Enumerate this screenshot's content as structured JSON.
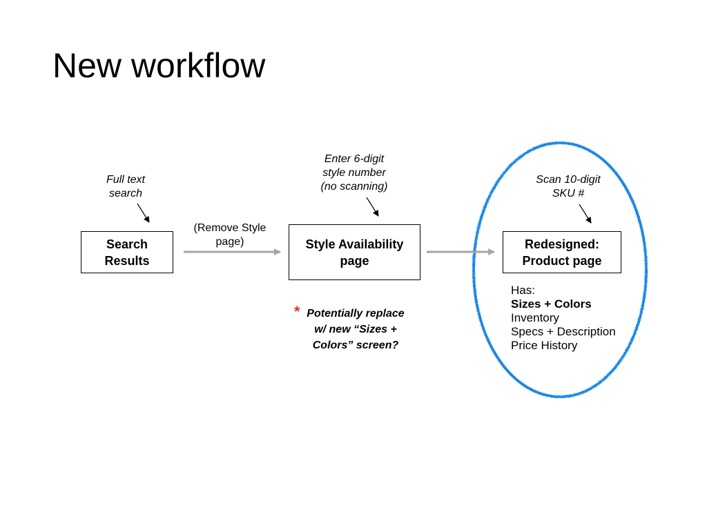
{
  "title": "New workflow",
  "nodes": {
    "search_results": {
      "line1": "Search",
      "line2": "Results"
    },
    "style_availability": {
      "line1": "Style Availability",
      "line2": "page"
    },
    "product_page": {
      "line1": "Redesigned:",
      "line2": "Product page"
    }
  },
  "notes": {
    "full_text": {
      "line1": "Full text",
      "line2": "search"
    },
    "remove_style": {
      "line1": "(Remove Style",
      "line2": "page)"
    },
    "enter_digits": {
      "line1": "Enter 6-digit",
      "line2": "style number",
      "line3": "(no scanning)"
    },
    "scan_sku": {
      "line1": "Scan 10-digit",
      "line2": "SKU #"
    }
  },
  "callout": {
    "asterisk": "*",
    "line1": "Potentially replace",
    "line2": "w/ new “Sizes +",
    "line3": "Colors” screen?"
  },
  "product_features": {
    "heading": "Has:",
    "items": [
      "Sizes + Colors",
      "Inventory",
      "Specs + Description",
      "Price History"
    ]
  },
  "colors": {
    "highlight_ellipse": "#1e88e5",
    "arrow_gray": "#a6a6a6",
    "asterisk_red": "#e8322a"
  }
}
